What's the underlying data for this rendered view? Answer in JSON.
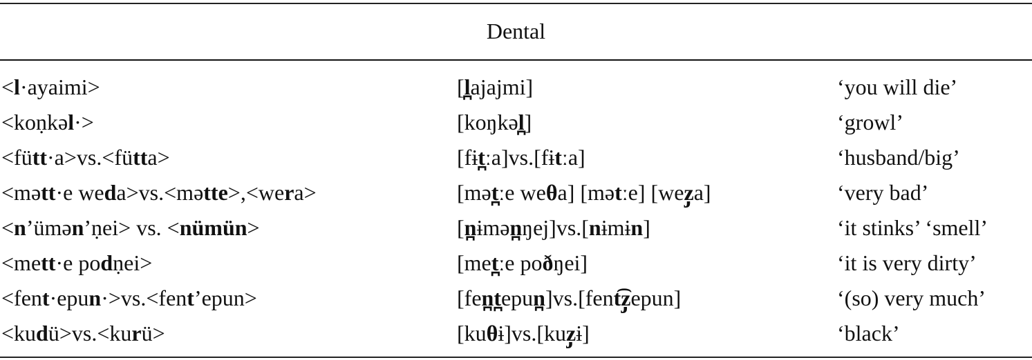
{
  "table": {
    "header": "Dental",
    "rows": [
      {
        "orthography": [
          {
            "t": "<"
          },
          {
            "t": "l",
            "b": true
          },
          {
            "t": "·ayaimi>"
          }
        ],
        "ipa": [
          {
            "t": "["
          },
          {
            "t": "l̪",
            "b": true
          },
          {
            "t": "ajajmi]"
          }
        ],
        "gloss": [
          {
            "t": "‘you will die’"
          }
        ]
      },
      {
        "orthography": [
          {
            "t": "<koṇkə"
          },
          {
            "t": "l",
            "b": true
          },
          {
            "t": "·>"
          }
        ],
        "ipa": [
          {
            "t": "[koŋkə"
          },
          {
            "t": "l̪",
            "b": true
          },
          {
            "t": "]"
          }
        ],
        "gloss": [
          {
            "t": "‘growl’"
          }
        ]
      },
      {
        "orthography": [
          {
            "t": "<fü"
          },
          {
            "t": "tt",
            "b": true
          },
          {
            "t": "·a>vs.<fü"
          },
          {
            "t": "tt",
            "b": true
          },
          {
            "t": "a>"
          }
        ],
        "ipa": [
          {
            "t": "[fɨ"
          },
          {
            "t": "t̪",
            "b": true
          },
          {
            "t": "ːa]vs.[fɨ"
          },
          {
            "t": "t",
            "b": true
          },
          {
            "t": "ːa]"
          }
        ],
        "gloss": [
          {
            "t": "‘husband/big’"
          }
        ]
      },
      {
        "orthography": [
          {
            "t": "<mə"
          },
          {
            "t": "tt",
            "b": true
          },
          {
            "t": "·e we"
          },
          {
            "t": "d",
            "b": true
          },
          {
            "t": "a>vs.<mə"
          },
          {
            "t": "tt",
            "b": true
          },
          {
            "t": "e",
            "b": true
          },
          {
            "t": ">,<we"
          },
          {
            "t": "r",
            "b": true
          },
          {
            "t": "a>"
          }
        ],
        "ipa": [
          {
            "t": "[mə"
          },
          {
            "t": "t̪",
            "b": true
          },
          {
            "t": "ːe we"
          },
          {
            "t": "θ",
            "b": true
          },
          {
            "t": "a] [mə"
          },
          {
            "t": "t",
            "b": true
          },
          {
            "t": "ːe] [we"
          },
          {
            "t": "z̡",
            "b": true
          },
          {
            "t": "a]"
          }
        ],
        "gloss": [
          {
            "t": "‘very bad’"
          }
        ]
      },
      {
        "orthography": [
          {
            "t": "<"
          },
          {
            "t": "n",
            "b": true
          },
          {
            "t": "’ümə"
          },
          {
            "t": "n",
            "b": true
          },
          {
            "t": "’ṇei> vs. <"
          },
          {
            "t": "nümün",
            "b": true
          },
          {
            "t": ">"
          }
        ],
        "ipa": [
          {
            "t": "["
          },
          {
            "t": "n̪",
            "b": true
          },
          {
            "t": "ɨmə"
          },
          {
            "t": "n̪",
            "b": true
          },
          {
            "t": "ŋej]vs.["
          },
          {
            "t": "n",
            "b": true
          },
          {
            "t": "ɨmɨ"
          },
          {
            "t": "n",
            "b": true
          },
          {
            "t": "]"
          }
        ],
        "gloss": [
          {
            "t": "‘it stinks’ ‘smell’"
          }
        ]
      },
      {
        "orthography": [
          {
            "t": "<me"
          },
          {
            "t": "tt",
            "b": true
          },
          {
            "t": "·e po"
          },
          {
            "t": "d",
            "b": true
          },
          {
            "t": "ṇei>"
          }
        ],
        "ipa": [
          {
            "t": "[me"
          },
          {
            "t": "t̪",
            "b": true
          },
          {
            "t": "ːe po"
          },
          {
            "t": "ð",
            "b": true
          },
          {
            "t": "ŋei]"
          }
        ],
        "gloss": [
          {
            "t": "‘it is very dirty’"
          }
        ]
      },
      {
        "orthography": [
          {
            "t": "<fen"
          },
          {
            "t": "t",
            "b": true
          },
          {
            "t": "·epu"
          },
          {
            "t": "n",
            "b": true
          },
          {
            "t": "·>vs.<fen"
          },
          {
            "t": "t",
            "b": true
          },
          {
            "t": "’epun>"
          }
        ],
        "ipa": [
          {
            "t": "[fe"
          },
          {
            "t": "n̪t̪",
            "b": true
          },
          {
            "t": "epu"
          },
          {
            "t": "n̪",
            "b": true
          },
          {
            "t": "]vs.[fen"
          },
          {
            "t": "t͡z̡",
            "b": true
          },
          {
            "t": "epun]"
          }
        ],
        "gloss": [
          {
            "t": "‘(so) very much’"
          }
        ]
      },
      {
        "orthography": [
          {
            "t": "<ku"
          },
          {
            "t": "d",
            "b": true
          },
          {
            "t": "ü>vs.<ku"
          },
          {
            "t": "r",
            "b": true
          },
          {
            "t": "ü>"
          }
        ],
        "ipa": [
          {
            "t": "[ku"
          },
          {
            "t": "θ",
            "b": true
          },
          {
            "t": "ɨ]vs.[ku"
          },
          {
            "t": "z̡",
            "b": true
          },
          {
            "t": "ɨ]"
          }
        ],
        "gloss": [
          {
            "t": "‘black’"
          }
        ]
      }
    ]
  }
}
